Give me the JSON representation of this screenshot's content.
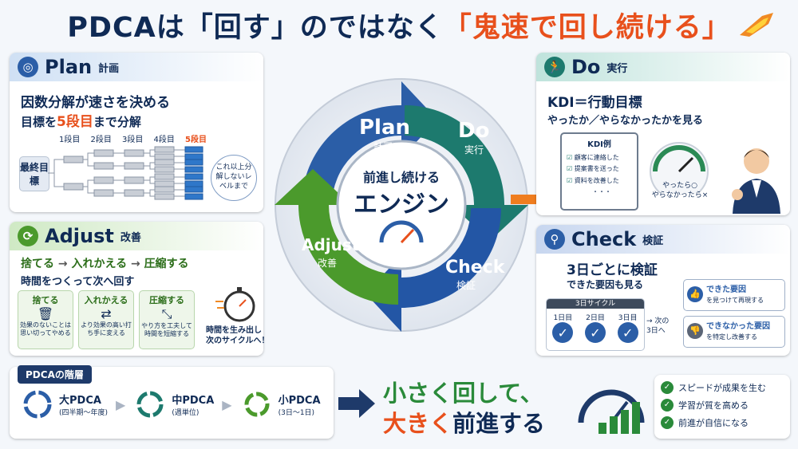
{
  "title": {
    "part1": "PDCAは「回す」のではなく",
    "part2": "「鬼速で回し続ける」"
  },
  "plan": {
    "en": "Plan",
    "jp": "計画",
    "headline": "因数分解が速さを決める",
    "sub_a": "目標を",
    "sub_hl": "5段目",
    "sub_b": "まで分解",
    "levels": [
      "1段目",
      "2段目",
      "3段目",
      "4段目",
      "5段目"
    ],
    "root": "最終目標",
    "note": "これ以上分解しないレベルまで"
  },
  "do": {
    "en": "Do",
    "jp": "実行",
    "headline": "KDI＝行動目標",
    "sub": "やったか／やらなかったかを見る",
    "list_title": "KDI例",
    "items": [
      "顧客に連絡した",
      "提案書を送った",
      "資料を改善した"
    ],
    "list_more": "・・・",
    "gauge_text": "やったら○\nやらなかったら×"
  },
  "cycle": {
    "plan_en": "Plan",
    "plan_jp": "計画",
    "do_en": "Do",
    "do_jp": "実行",
    "check_en": "Check",
    "check_jp": "検証",
    "adjust_en": "Adjust",
    "adjust_jp": "改善",
    "center_top": "前進し続ける",
    "center_big": "エンジン"
  },
  "adjust": {
    "en": "Adjust",
    "jp": "改善",
    "flow": [
      "捨てる",
      "入れかえる",
      "圧縮する"
    ],
    "sub": "時間をつくって次へ回す",
    "cards": [
      {
        "title": "捨てる",
        "text": "効果のないことは思い切ってやめる"
      },
      {
        "title": "入れかえる",
        "text": "より効果の高い打ち手に変える"
      },
      {
        "title": "圧縮する",
        "text": "やり方を工夫して時間を短縮する"
      }
    ],
    "timer_text": "時間を生み出し\n次のサイクルへ！"
  },
  "check": {
    "en": "Check",
    "jp": "検証",
    "headline": "3日ごとに検証",
    "sub": "できた要因も見る",
    "cycle_label": "3日サイクル",
    "days": [
      "1日目",
      "2日目",
      "3日目"
    ],
    "next": "次の\n3日へ",
    "good_title": "できた要因",
    "good_text": "を見つけて再現する",
    "bad_title": "できなかった要因",
    "bad_text": "を特定し改善する"
  },
  "hierarchy": {
    "title": "PDCAの階層",
    "levels": [
      {
        "name": "大PDCA",
        "sub": "(四半期〜年度)"
      },
      {
        "name": "中PDCA",
        "sub": "(週単位)"
      },
      {
        "name": "小PDCA",
        "sub": "(3日〜1日)"
      }
    ]
  },
  "tagline": {
    "l1": "小さく回して、",
    "l2a": "大きく",
    "l2b": "前進する"
  },
  "benefits": [
    "スピードが成果を生む",
    "学習が質を高める",
    "前進が自信になる"
  ],
  "colors": {
    "navy": "#0f2a55",
    "orange": "#e8501c",
    "blue": "#2b5ea7",
    "teal": "#1d7a6e",
    "green": "#4b9a2c"
  }
}
